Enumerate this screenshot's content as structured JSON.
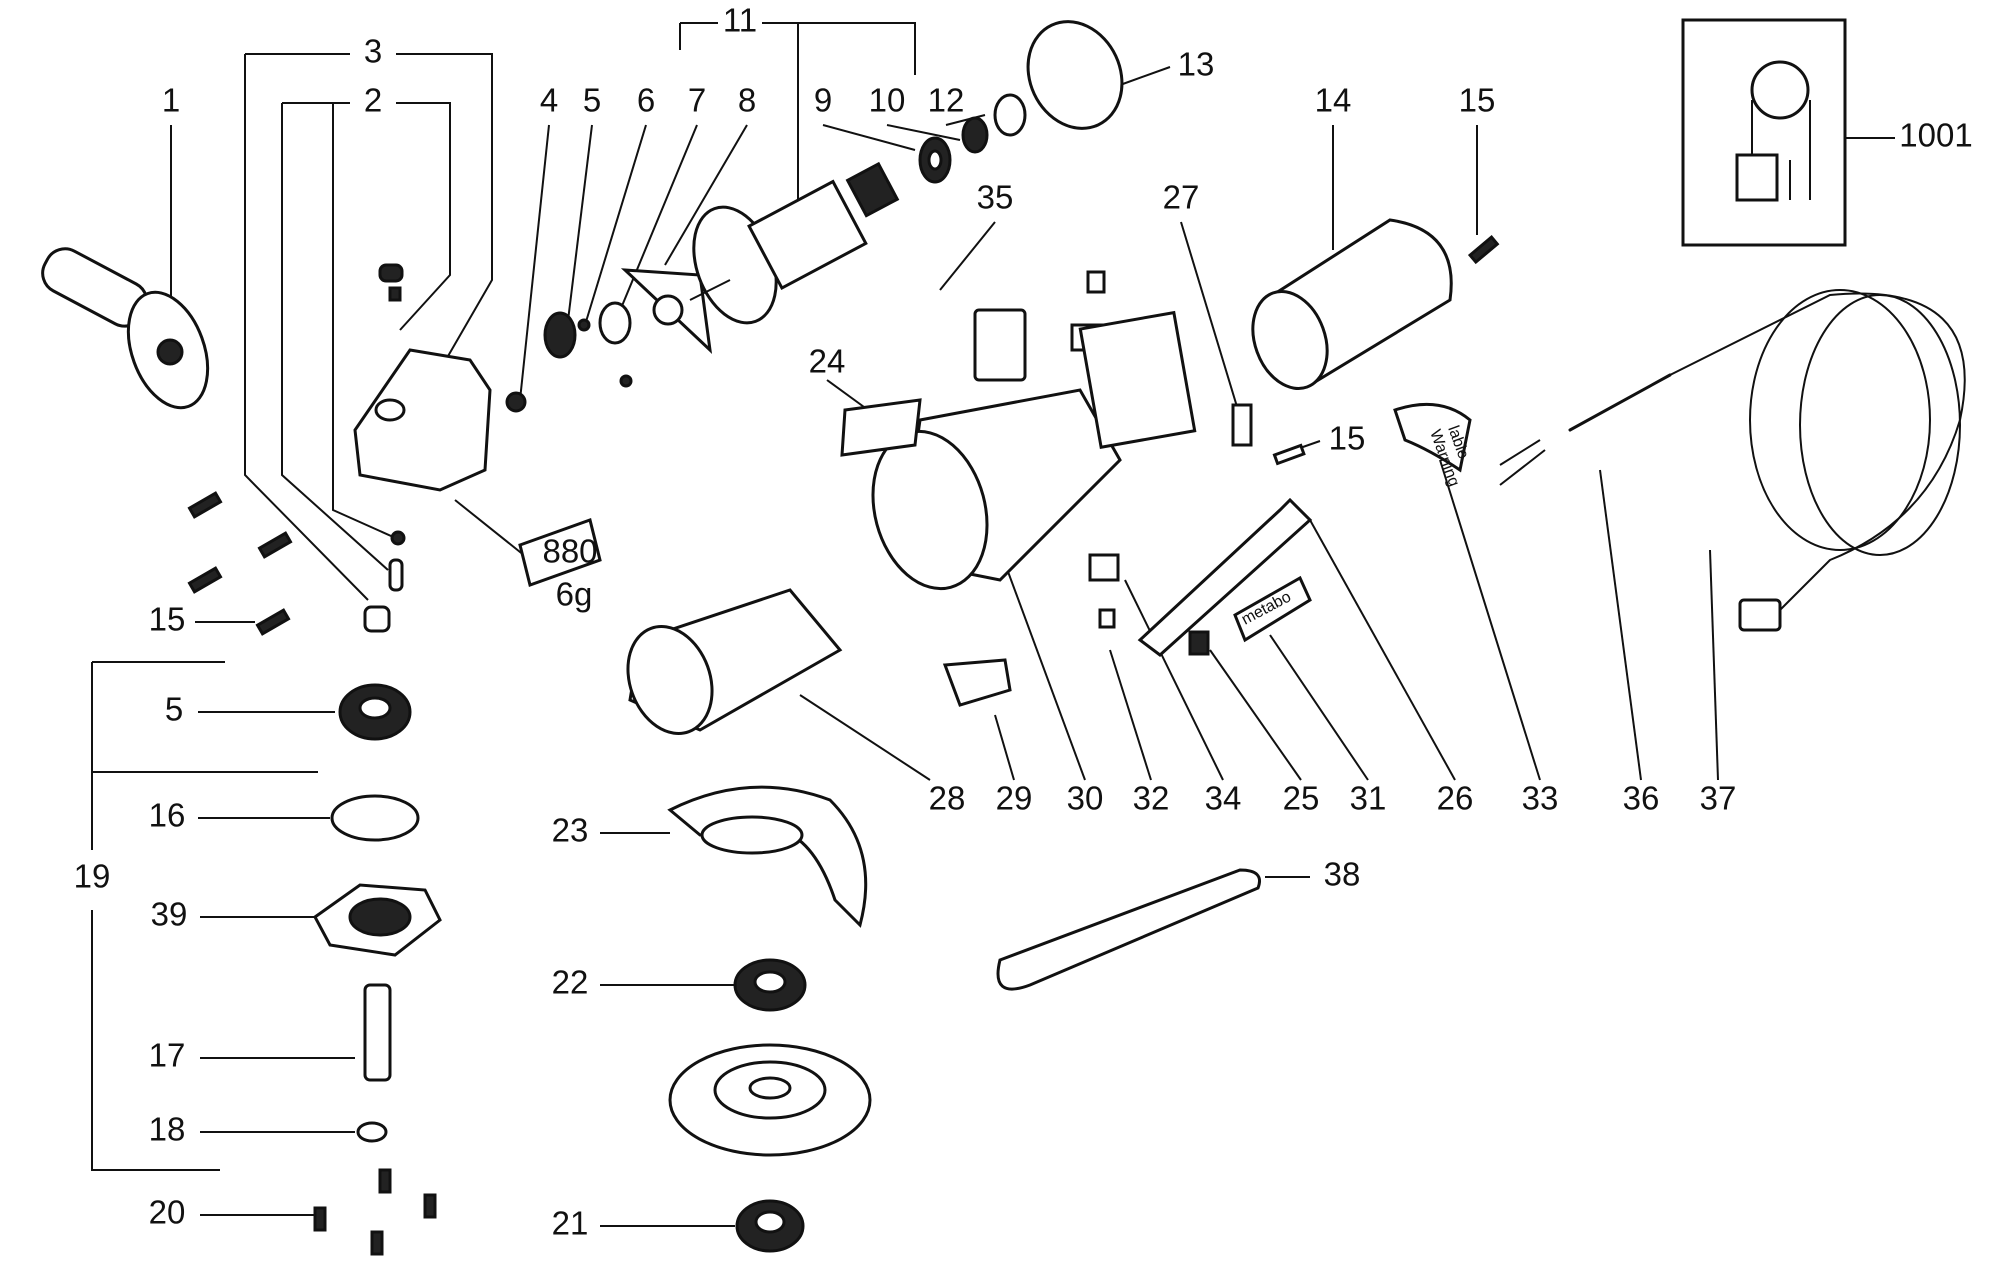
{
  "diagram": {
    "type": "exploded-parts-diagram",
    "part_labels": [
      "1",
      "3",
      "2",
      "4",
      "5",
      "6",
      "7",
      "8",
      "11",
      "9",
      "10",
      "12",
      "13",
      "14",
      "15",
      "35",
      "27",
      "1001",
      "24",
      "15",
      "15",
      "5",
      "16",
      "19",
      "39",
      "17",
      "18",
      "20",
      "23",
      "22",
      "21",
      "38",
      "28",
      "29",
      "30",
      "32",
      "34",
      "25",
      "31",
      "26",
      "33",
      "36",
      "37"
    ],
    "grease_tube": {
      "code": "880",
      "amount": "6g"
    },
    "warning_label_text": [
      "Warning",
      "lable"
    ],
    "brand_plate_text": "metabo"
  }
}
